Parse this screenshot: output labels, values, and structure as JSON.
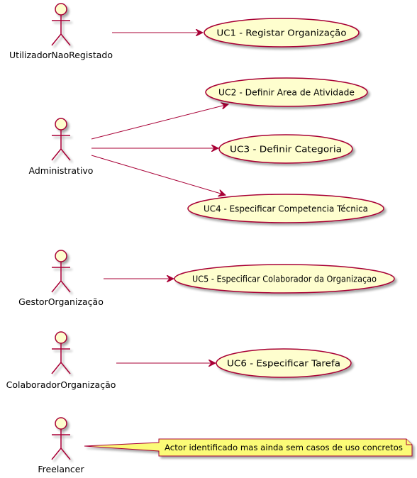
{
  "diagram": {
    "colors": {
      "stroke": "#a80036",
      "actor_fill": "#fefece",
      "usecase_fill": "#fefece",
      "note_fill": "#fbfb77",
      "shadow": "#c8c8c8"
    },
    "actors": [
      {
        "id": "a1",
        "label": "UtilizadorNaoRegistado"
      },
      {
        "id": "a2",
        "label": "Administrativo"
      },
      {
        "id": "a3",
        "label": "GestorOrganização"
      },
      {
        "id": "a4",
        "label": "ColaboradorOrganização"
      },
      {
        "id": "a5",
        "label": "Freelancer"
      }
    ],
    "usecases": [
      {
        "id": "uc1",
        "label": "UC1 - Registar Organização"
      },
      {
        "id": "uc2",
        "label": "UC2 - Definir Area de Atividade"
      },
      {
        "id": "uc3",
        "label": "UC3 - Definir Categoria"
      },
      {
        "id": "uc4",
        "label": "UC4 - Especificar Competencia Técnica"
      },
      {
        "id": "uc5",
        "label": "UC5 - Especificar Colaborador da Organizaçao"
      },
      {
        "id": "uc6",
        "label": "UC6 - Especificar Tarefa"
      }
    ],
    "associations": [
      {
        "from": "a1",
        "to": "uc1"
      },
      {
        "from": "a2",
        "to": "uc2"
      },
      {
        "from": "a2",
        "to": "uc3"
      },
      {
        "from": "a2",
        "to": "uc4"
      },
      {
        "from": "a3",
        "to": "uc5"
      },
      {
        "from": "a4",
        "to": "uc6"
      }
    ],
    "note": {
      "text": "Actor identificado mas ainda sem casos de uso concretos",
      "attached_to": "a5"
    }
  }
}
